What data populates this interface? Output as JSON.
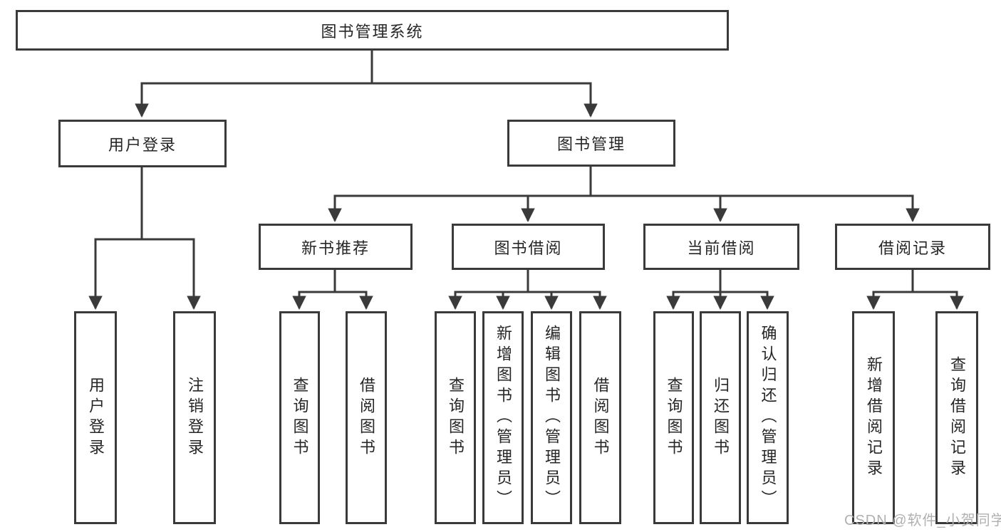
{
  "diagram_type": "hierarchy",
  "colors": {
    "line": "#3a3a3a",
    "box_border": "#3a3a3a",
    "box_fill": "#ffffff",
    "text": "#262626",
    "watermark": "#b0b0b0",
    "background": "#ffffff"
  },
  "tree": {
    "root": {
      "label": "图书管理系统"
    },
    "branches": [
      {
        "label": "用户登录",
        "leaves": [
          {
            "label": "用户登录"
          },
          {
            "label": "注销登录"
          }
        ]
      },
      {
        "label": "图书管理",
        "sections": [
          {
            "label": "新书推荐",
            "leaves": [
              {
                "label": "查询图书"
              },
              {
                "label": "借阅图书"
              }
            ]
          },
          {
            "label": "图书借阅",
            "leaves": [
              {
                "label": "查询图书"
              },
              {
                "label": "新增图书（管理员）"
              },
              {
                "label": "编辑图书（管理员）"
              },
              {
                "label": "借阅图书"
              }
            ]
          },
          {
            "label": "当前借阅",
            "leaves": [
              {
                "label": "查询图书"
              },
              {
                "label": "归还图书"
              },
              {
                "label": "确认归还（管理员）"
              }
            ]
          },
          {
            "label": "借阅记录",
            "leaves": [
              {
                "label": "新增借阅记录"
              },
              {
                "label": "查询借阅记录"
              }
            ]
          }
        ]
      }
    ]
  },
  "watermark": {
    "text": "CSDN @软件_小贺同学"
  }
}
